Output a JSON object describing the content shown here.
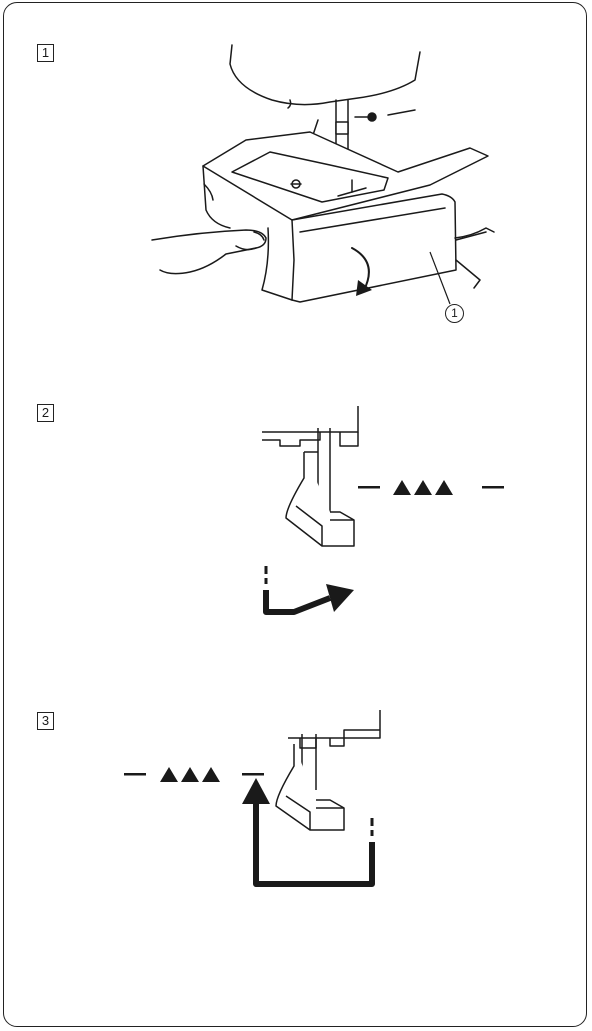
{
  "steps": [
    {
      "number": "1"
    },
    {
      "number": "2"
    },
    {
      "number": "3"
    }
  ],
  "callouts": [
    {
      "number": "1",
      "refers_to": "free-arm-cover"
    }
  ],
  "icons": {
    "feed_dog_indicator": "dash-triangles-dash",
    "arrow_step2": "bent-arrow-right-up",
    "arrow_step3": "u-turn-arrow-up",
    "arrow_step1": "curved-arrow-down"
  },
  "colors": {
    "line": "#1a1a1a",
    "fill": "#ffffff"
  }
}
